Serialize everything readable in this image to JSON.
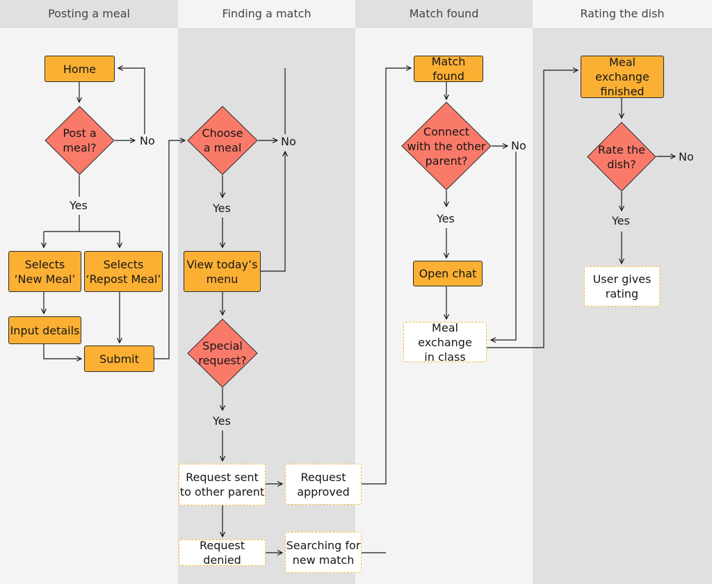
{
  "lanes": {
    "posting": "Posting a meal",
    "finding": "Finding a match",
    "found": "Match found",
    "rating": "Rating the dish"
  },
  "nodes": {
    "home": "Home",
    "post_meal": [
      "Post a",
      "meal?"
    ],
    "selects_new": [
      "Selects",
      "‘New Meal’"
    ],
    "selects_repost": [
      "Selects",
      "‘Repost Meal’"
    ],
    "input_details": "Input details",
    "submit": "Submit",
    "choose_meal": [
      "Choose",
      "a meal"
    ],
    "view_menu": [
      "View today’s",
      "menu"
    ],
    "special_request": [
      "Special",
      "request?"
    ],
    "request_sent": [
      "Request sent",
      "to other parent"
    ],
    "request_approved": [
      "Request",
      "approved"
    ],
    "request_denied": "Request denied",
    "searching": [
      "Searching for",
      "new match"
    ],
    "match_found": "Match found",
    "connect": [
      "Connect",
      "with the other",
      "parent?"
    ],
    "open_chat": "Open chat",
    "meal_exchange_class": [
      "Meal exchange",
      "in class"
    ],
    "meal_exchange_finished": [
      "Meal exchange",
      "finished"
    ],
    "rate_dish": [
      "Rate the",
      "dish?"
    ],
    "user_gives_rating": [
      "User gives",
      "rating"
    ]
  },
  "labels": {
    "yes": "Yes",
    "no": "No"
  },
  "colors": {
    "process": "#fbb034",
    "decision": "#fa7a6a",
    "terminal_border": "#f6b53a",
    "lane_light": "#f4f4f4",
    "lane_dark": "#e0e0e0",
    "header_dark": "#d6d6d6"
  }
}
